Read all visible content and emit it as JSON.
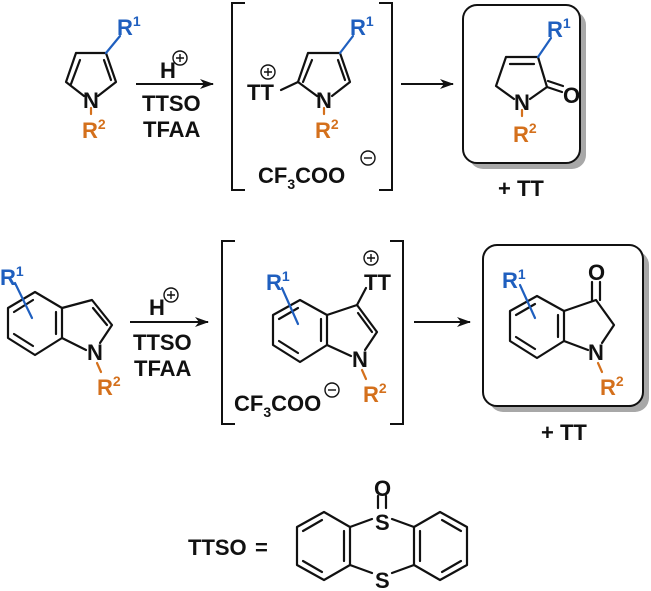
{
  "scheme": {
    "reaction_1": {
      "substrate": {
        "r1": "R",
        "r1_sup": "1",
        "n": "N",
        "r2": "R",
        "r2_sup": "2"
      },
      "conditions": {
        "acid": "H",
        "reagent_1": "TTSO",
        "reagent_2": "TFAA"
      },
      "intermediate": {
        "cation_group": "TT",
        "n": "N",
        "r1": "R",
        "r1_sup": "1",
        "r2": "R",
        "r2_sup": "2",
        "counterion_prefix": "CF",
        "counterion_sub": "3",
        "counterion_suffix": "COO"
      },
      "product": {
        "r1": "R",
        "r1_sup": "1",
        "n": "N",
        "o": "O",
        "r2": "R",
        "r2_sup": "2"
      },
      "byproduct": "+ TT"
    },
    "reaction_2": {
      "substrate": {
        "r1": "R",
        "r1_sup": "1",
        "n": "N",
        "r2": "R",
        "r2_sup": "2"
      },
      "conditions": {
        "acid": "H",
        "reagent_1": "TTSO",
        "reagent_2": "TFAA"
      },
      "intermediate": {
        "cation_group": "TT",
        "n": "N",
        "r1": "R",
        "r1_sup": "1",
        "r2": "R",
        "r2_sup": "2",
        "counterion_prefix": "CF",
        "counterion_sub": "3",
        "counterion_suffix": "COO"
      },
      "product": {
        "r1": "R",
        "r1_sup": "1",
        "n": "N",
        "o": "O",
        "r2": "R",
        "r2_sup": "2"
      },
      "byproduct": "+ TT"
    },
    "definition": {
      "name": "TTSO",
      "equals": "=",
      "s_top": "S",
      "o": "O",
      "s_bottom": "S"
    }
  },
  "colors": {
    "r1": "#1f5fbf",
    "r2": "#d4701c",
    "ink": "#111111"
  }
}
